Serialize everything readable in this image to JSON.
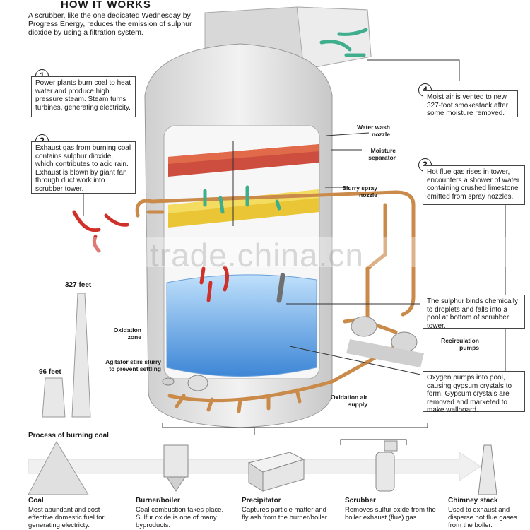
{
  "header": {
    "title": "HOW IT WORKS",
    "intro": "A scrubber, like the one dedicated Wednesday by Progress Energy, reduces the emission of sulphur dioxide by using a filtration system."
  },
  "callouts": [
    {
      "num": "1",
      "text": "Power plants burn coal to heat water and produce high pressure steam. Steam turns turbines, generating electricity."
    },
    {
      "num": "2",
      "text": "Exhaust gas from burning coal contains sulphur dioxide, which contributes to acid rain. Exhaust is blown by giant fan through duct work into scrubber tower."
    },
    {
      "num": "3",
      "text": "Hot flue gas rises in tower, encounters a shower of water containing crushed limestone emitted from spray nozzles."
    },
    {
      "num": "4",
      "text": "Moist air is vented to new 327-foot smokestack after some moisture removed."
    },
    {
      "num": "",
      "text": "The sulphur binds chemically to droplets and falls into a pool at bottom of scrubber tower."
    },
    {
      "num": "",
      "text": "Oxygen pumps into pool, causing gypsum crystals to form. Gypsum crystals are removed and marketed to make wallboard."
    }
  ],
  "labels": {
    "water_wash": "Water wash nozzle",
    "moisture_sep": "Moisture separator",
    "slurry_spray": "Slurry spray nozzle",
    "oxidation_zone": "Oxidation zone",
    "agitator": "Agitator stirs slurry to prevent settling",
    "recirc": "Recirculation pumps",
    "oxidation_air": "Oxidation air supply",
    "stack_tall": "327 feet",
    "stack_short": "96 feet"
  },
  "process": {
    "heading": "Process of burning coal",
    "steps": [
      {
        "title": "Coal",
        "desc": "Most abundant and cost-effective domestic fuel for generating electricty."
      },
      {
        "title": "Burner/boiler",
        "desc": "Coal combustion takes place. Sulfur oxide is one of many byproducts."
      },
      {
        "title": "Precipitator",
        "desc": "Captures particle matter and fly ash from the burner/boiler."
      },
      {
        "title": "Scrubber",
        "desc": "Removes sulfur oxide from the boiler exhaust (flue) gas."
      },
      {
        "title": "Chimney stack",
        "desc": "Used to exhaust and disperse hot flue gases from the boiler."
      }
    ]
  },
  "watermark": "trade.china.cn",
  "colors": {
    "pipe": "#c98a4a",
    "water": "#5aa0e0",
    "red_mesh": "#c83a2a",
    "yellow_mesh": "#e8c020",
    "tower": "#e6e6e6",
    "arrow_red": "#d0302a",
    "arrow_green": "#3fae8c"
  }
}
